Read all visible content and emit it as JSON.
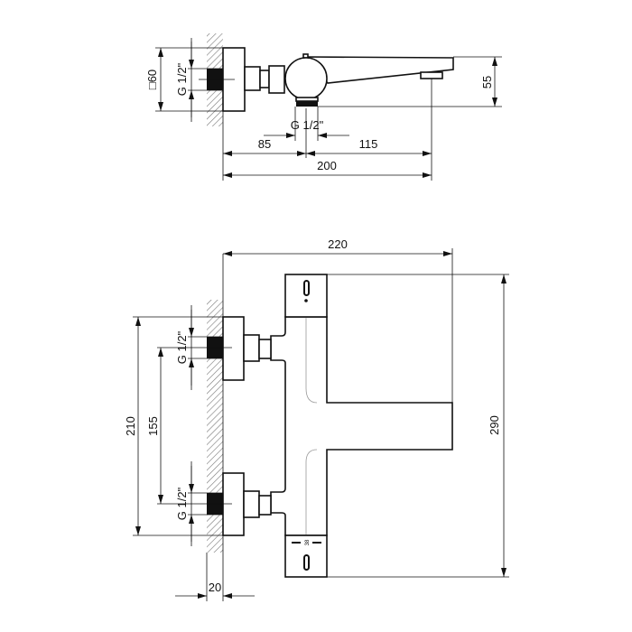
{
  "top_view": {
    "dims": {
      "flange_size": "□60",
      "thread_left": "G 1/2\"",
      "thread_bottom": "G 1/2\"",
      "height": "55",
      "left_to_center": "85",
      "center_to_outlet": "115",
      "total": "200"
    }
  },
  "front_view": {
    "dims": {
      "width": "220",
      "height": "290",
      "inlet_spacing_outer": "210",
      "inlet_spacing": "155",
      "thread_upper": "G 1/2\"",
      "thread_lower": "G 1/2\"",
      "wall_depth": "20"
    },
    "knob_label": "38"
  }
}
